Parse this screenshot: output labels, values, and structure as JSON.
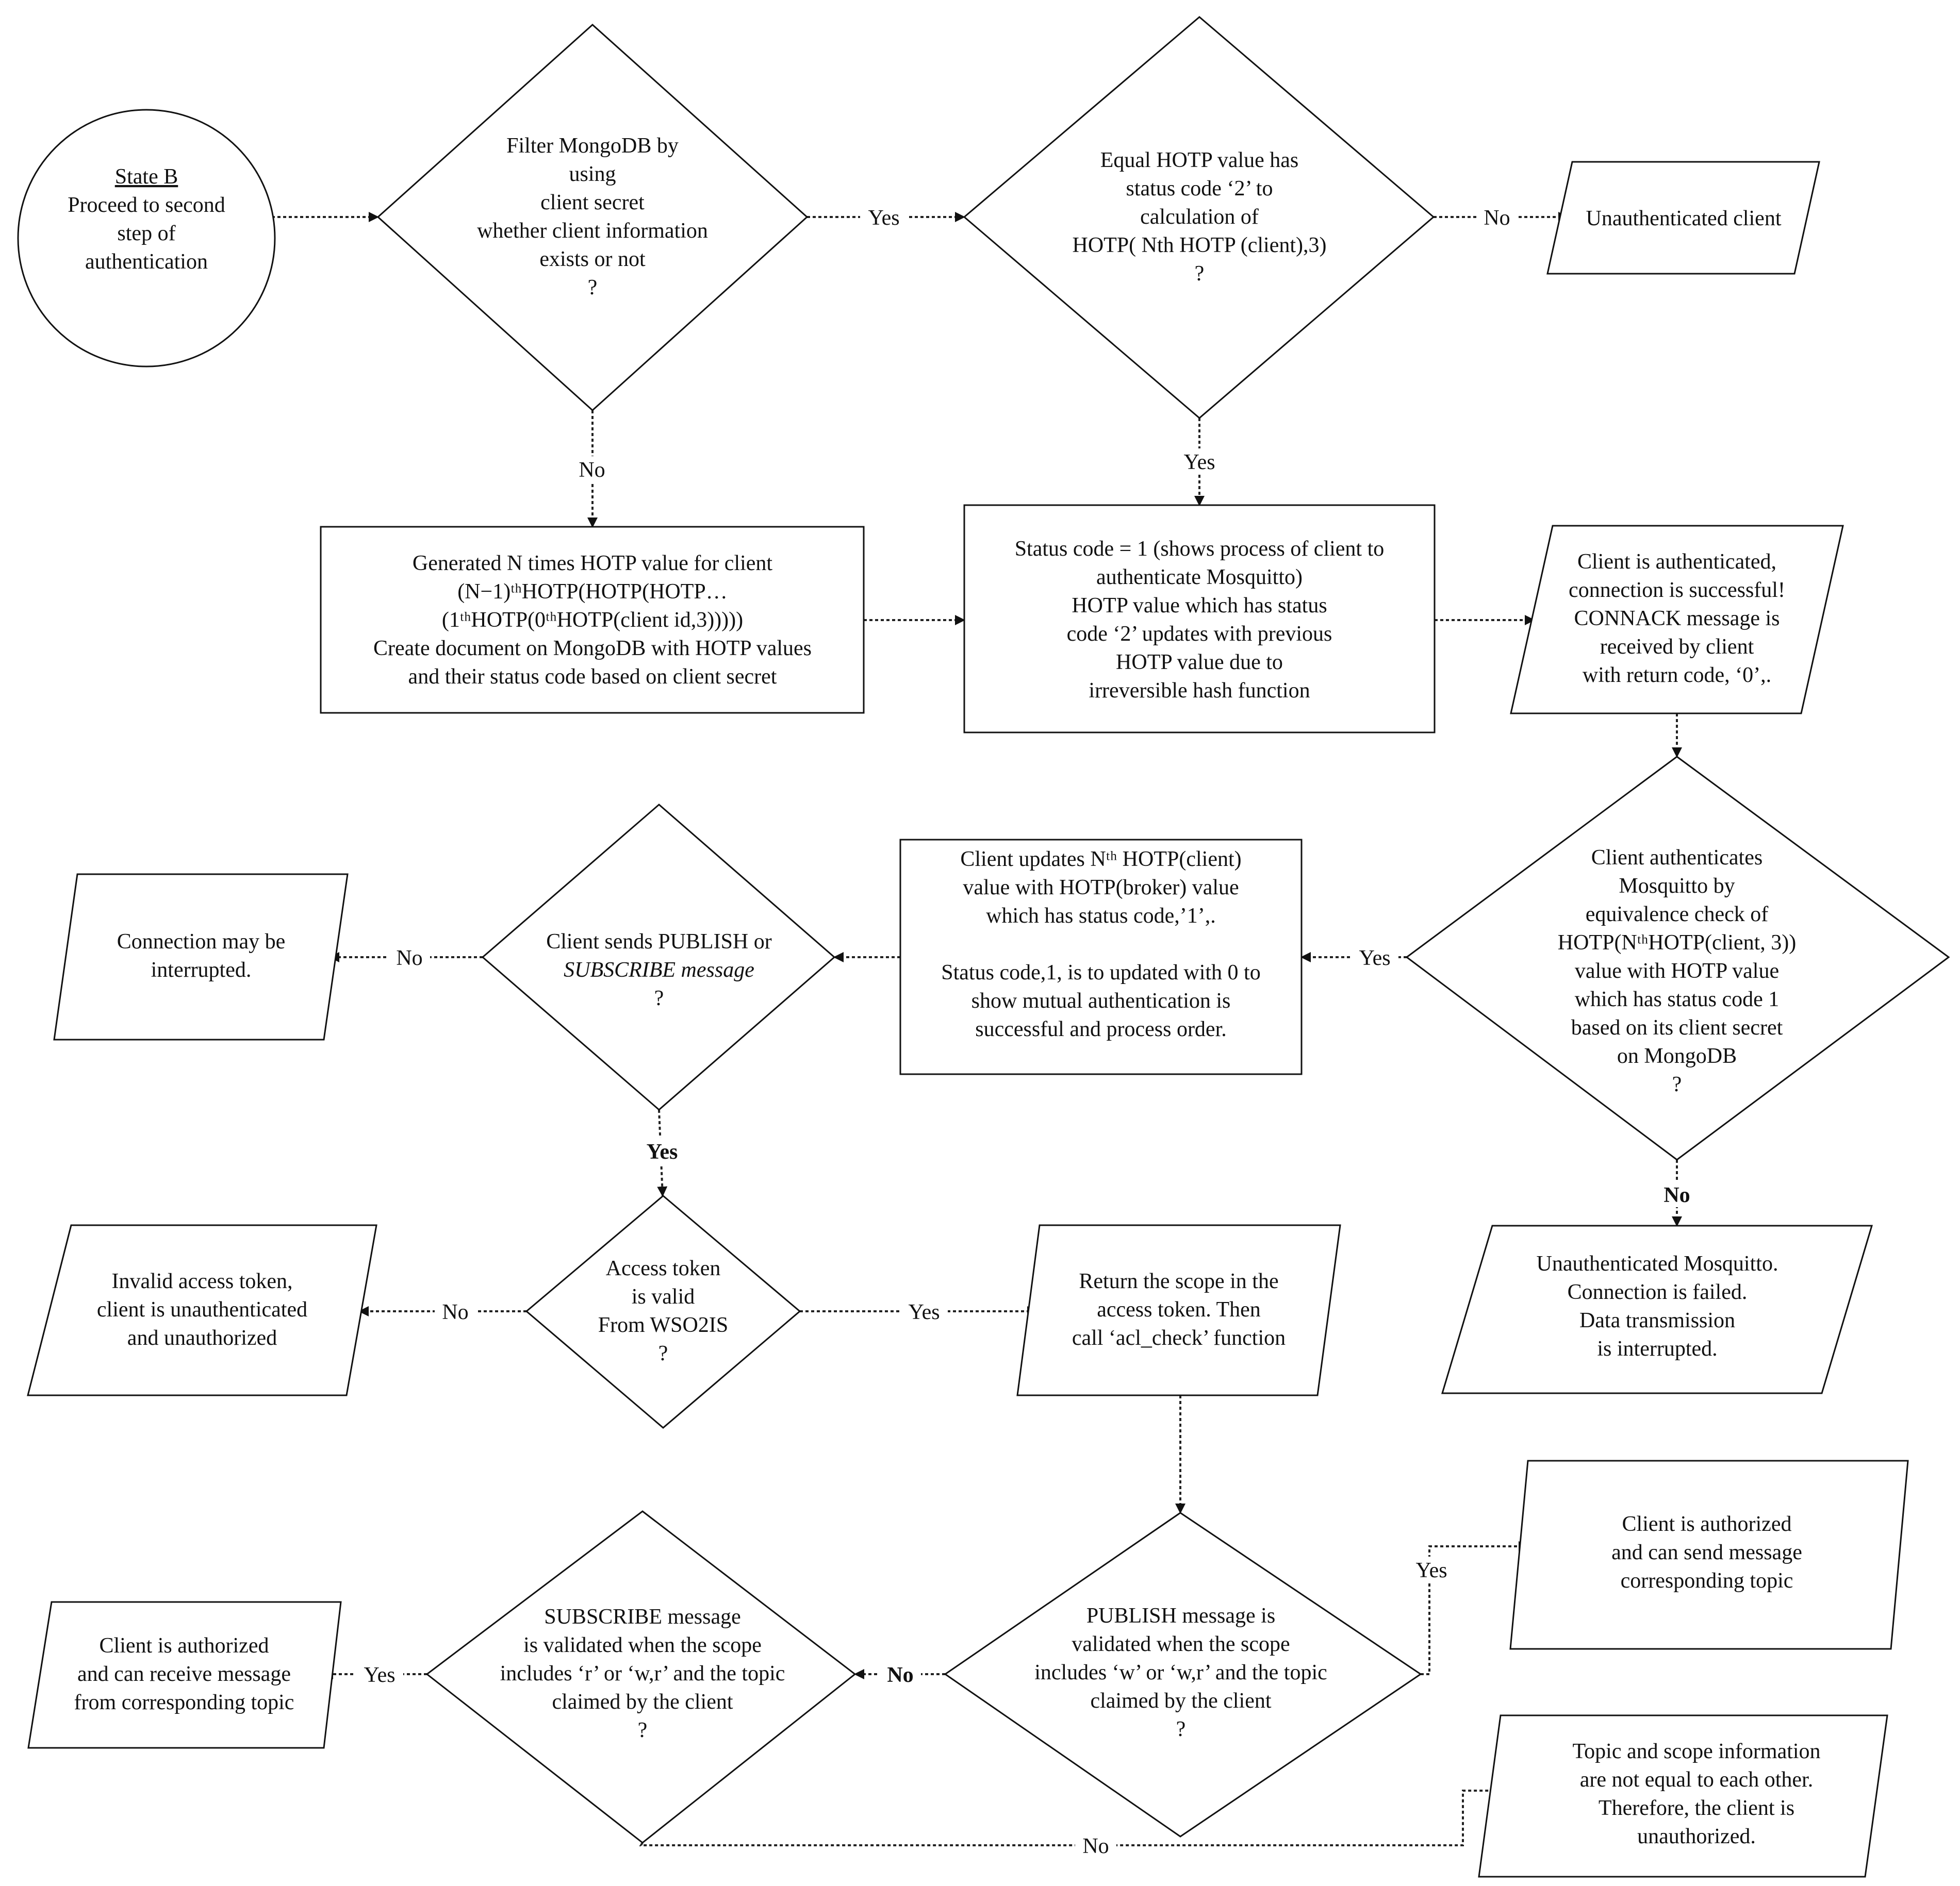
{
  "nodes": {
    "state_b": {
      "lines": [
        "State B",
        "Proceed to second",
        "step of",
        "authentication"
      ]
    },
    "filter_mongodb": {
      "lines": [
        "Filter MongoDB by",
        "using",
        "client secret",
        "whether client information",
        "exists or not",
        "?"
      ]
    },
    "equal_hotp": {
      "lines": [
        "Equal  HOTP value has",
        "status code ‘2’ to",
        "calculation of",
        "HOTP( Nth HOTP (client),3)",
        "?"
      ]
    },
    "unauth_client": {
      "lines": [
        "Unauthenticated client"
      ]
    },
    "generate_hotp": {
      "lines": [
        "Generated N times HOTP value for client",
        "(N−1)ᵗʰHOTP(HOTP(HOTP…",
        "(1ᵗʰHOTP(0ᵗʰHOTP(client id,3)))))",
        "Create document on MongoDB with HOTP values",
        "and their status code based on client secret"
      ]
    },
    "status_code_1": {
      "lines": [
        "Status code = 1 (shows process of client to",
        "authenticate Mosquitto)",
        "HOTP value which has status",
        "code ‘2’ updates with previous",
        "HOTP value due to",
        "irreversible hash function"
      ]
    },
    "client_authenticated": {
      "lines": [
        "Client is authenticated,",
        "connection is successful!",
        "CONNACK message is",
        "received by client",
        "with return code, ‘0’,."
      ]
    },
    "client_auth_mosquitto": {
      "lines": [
        "Client authenticates",
        "Mosquitto by",
        "equivalence check of",
        "HOTP(NᵗʰHOTP(client, 3))",
        "value with HOTP value",
        "which has status code 1",
        "based on its client secret",
        "on MongoDB",
        "?"
      ]
    },
    "client_updates": {
      "lines": [
        "Client updates Nᵗʰ HOTP(client)",
        "value with HOTP(broker) value",
        "which has status code,’1’,.",
        "",
        "Status code,1, is to updated with 0 to",
        "show mutual authentication is",
        "successful and  process order."
      ]
    },
    "client_sends": {
      "lines": [
        "Client sends PUBLISH or",
        "SUBSCRIBE message",
        "?"
      ]
    },
    "connection_interrupted": {
      "lines": [
        "Connection may be",
        "interrupted."
      ]
    },
    "unauth_mosquitto": {
      "lines": [
        "Unauthenticated Mosquitto.",
        "Connection is failed.",
        "Data transmission",
        "is interrupted."
      ]
    },
    "access_token_valid": {
      "lines": [
        "Access token",
        "is valid",
        "From WSO2IS",
        "?"
      ]
    },
    "invalid_token": {
      "lines": [
        "Invalid access token,",
        "client is unauthenticated",
        "and unauthorized"
      ]
    },
    "return_scope": {
      "lines": [
        "Return the scope in the",
        "access token. Then",
        "call ‘acl_check’ function"
      ]
    },
    "publish_validated": {
      "lines": [
        "PUBLISH message is",
        "validated when the scope",
        "includes ‘w’ or ‘w,r’ and the topic",
        "claimed by the client",
        "?"
      ]
    },
    "subscribe_validated": {
      "lines": [
        "SUBSCRIBE message",
        "is validated when the scope",
        "includes ‘r’ or ‘w,r’ and the topic",
        "claimed by the client",
        "?"
      ]
    },
    "authorized_send": {
      "lines": [
        "Client is authorized",
        "and can send message",
        "corresponding topic"
      ]
    },
    "authorized_receive": {
      "lines": [
        "Client is authorized",
        "and can receive message",
        "from corresponding topic"
      ]
    },
    "topic_not_equal": {
      "lines": [
        "Topic and scope information",
        "are not equal to each other.",
        "Therefore, the client is",
        "unauthorized."
      ]
    }
  },
  "edge_labels": {
    "filter_yes": "Yes",
    "equal_no": "No",
    "filter_no": "No",
    "equal_yes": "Yes",
    "mosq_yes": "Yes",
    "sends_no": "No",
    "mosq_no": "No",
    "sends_yes": "Yes",
    "token_no": "No",
    "token_yes": "Yes",
    "publish_yes": "Yes",
    "publish_no": "No",
    "subscribe_yes": "Yes",
    "subscribe_no": "No"
  }
}
